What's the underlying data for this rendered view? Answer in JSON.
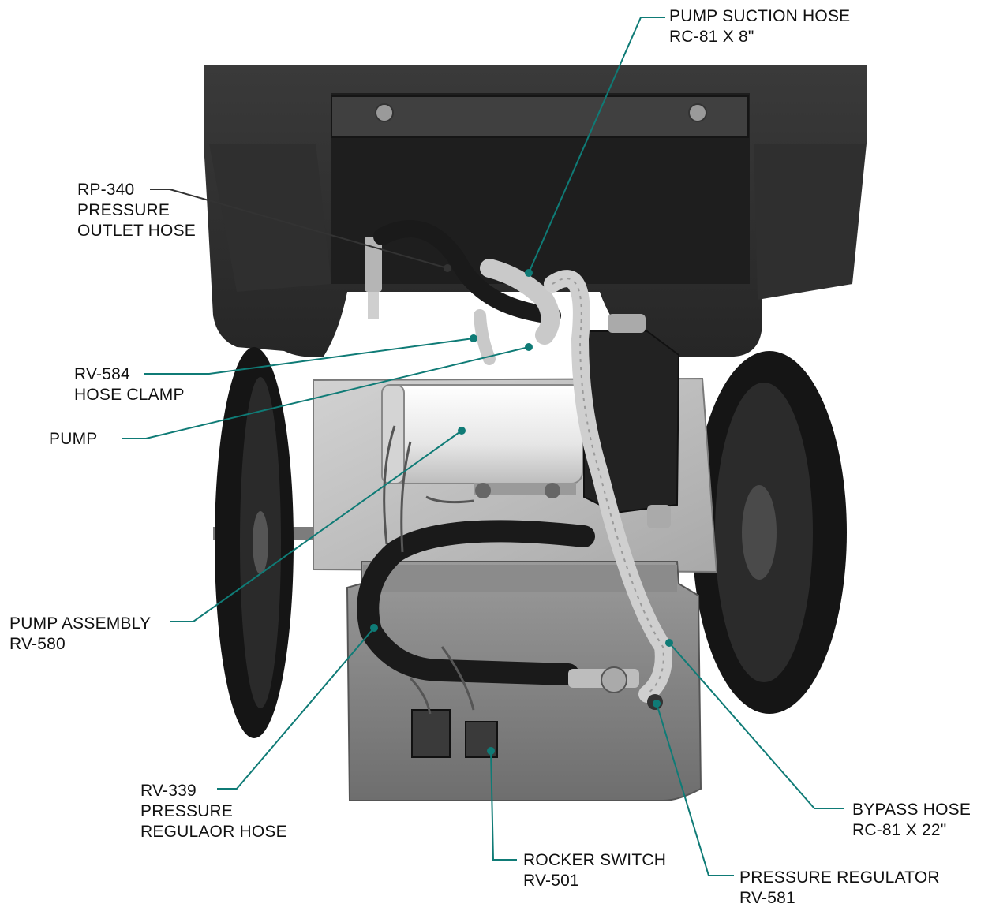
{
  "colors": {
    "leader": "#0f7b76",
    "leader_dark": "#333333",
    "cart_body": "#2c2c2c",
    "tire": "#161616",
    "metal_plate": "#bdbdbd",
    "motor": "#f0f0f0",
    "hose": "#1f1f1f",
    "braided_hose": "#cfcfcf"
  },
  "labels": {
    "suction_hose": {
      "line1": "PUMP SUCTION HOSE",
      "line2": "RC-81 X 8\""
    },
    "outlet_hose": {
      "line1": "RP-340",
      "line2": "PRESSURE",
      "line3": "OUTLET HOSE"
    },
    "hose_clamp": {
      "line1": "RV-584",
      "line2": "HOSE CLAMP"
    },
    "pump": {
      "line1": "PUMP"
    },
    "pump_assembly": {
      "line1": "PUMP ASSEMBLY",
      "line2": "RV-580"
    },
    "regulator_hose": {
      "line1": "RV-339",
      "line2": "PRESSURE",
      "line3": "REGULAOR HOSE"
    },
    "rocker_switch": {
      "line1": "ROCKER SWITCH",
      "line2": "RV-501"
    },
    "pressure_regulator": {
      "line1": "PRESSURE REGULATOR",
      "line2": "RV-581"
    },
    "bypass_hose": {
      "line1": "BYPASS HOSE",
      "line2": "RC-81 X 22\""
    }
  }
}
